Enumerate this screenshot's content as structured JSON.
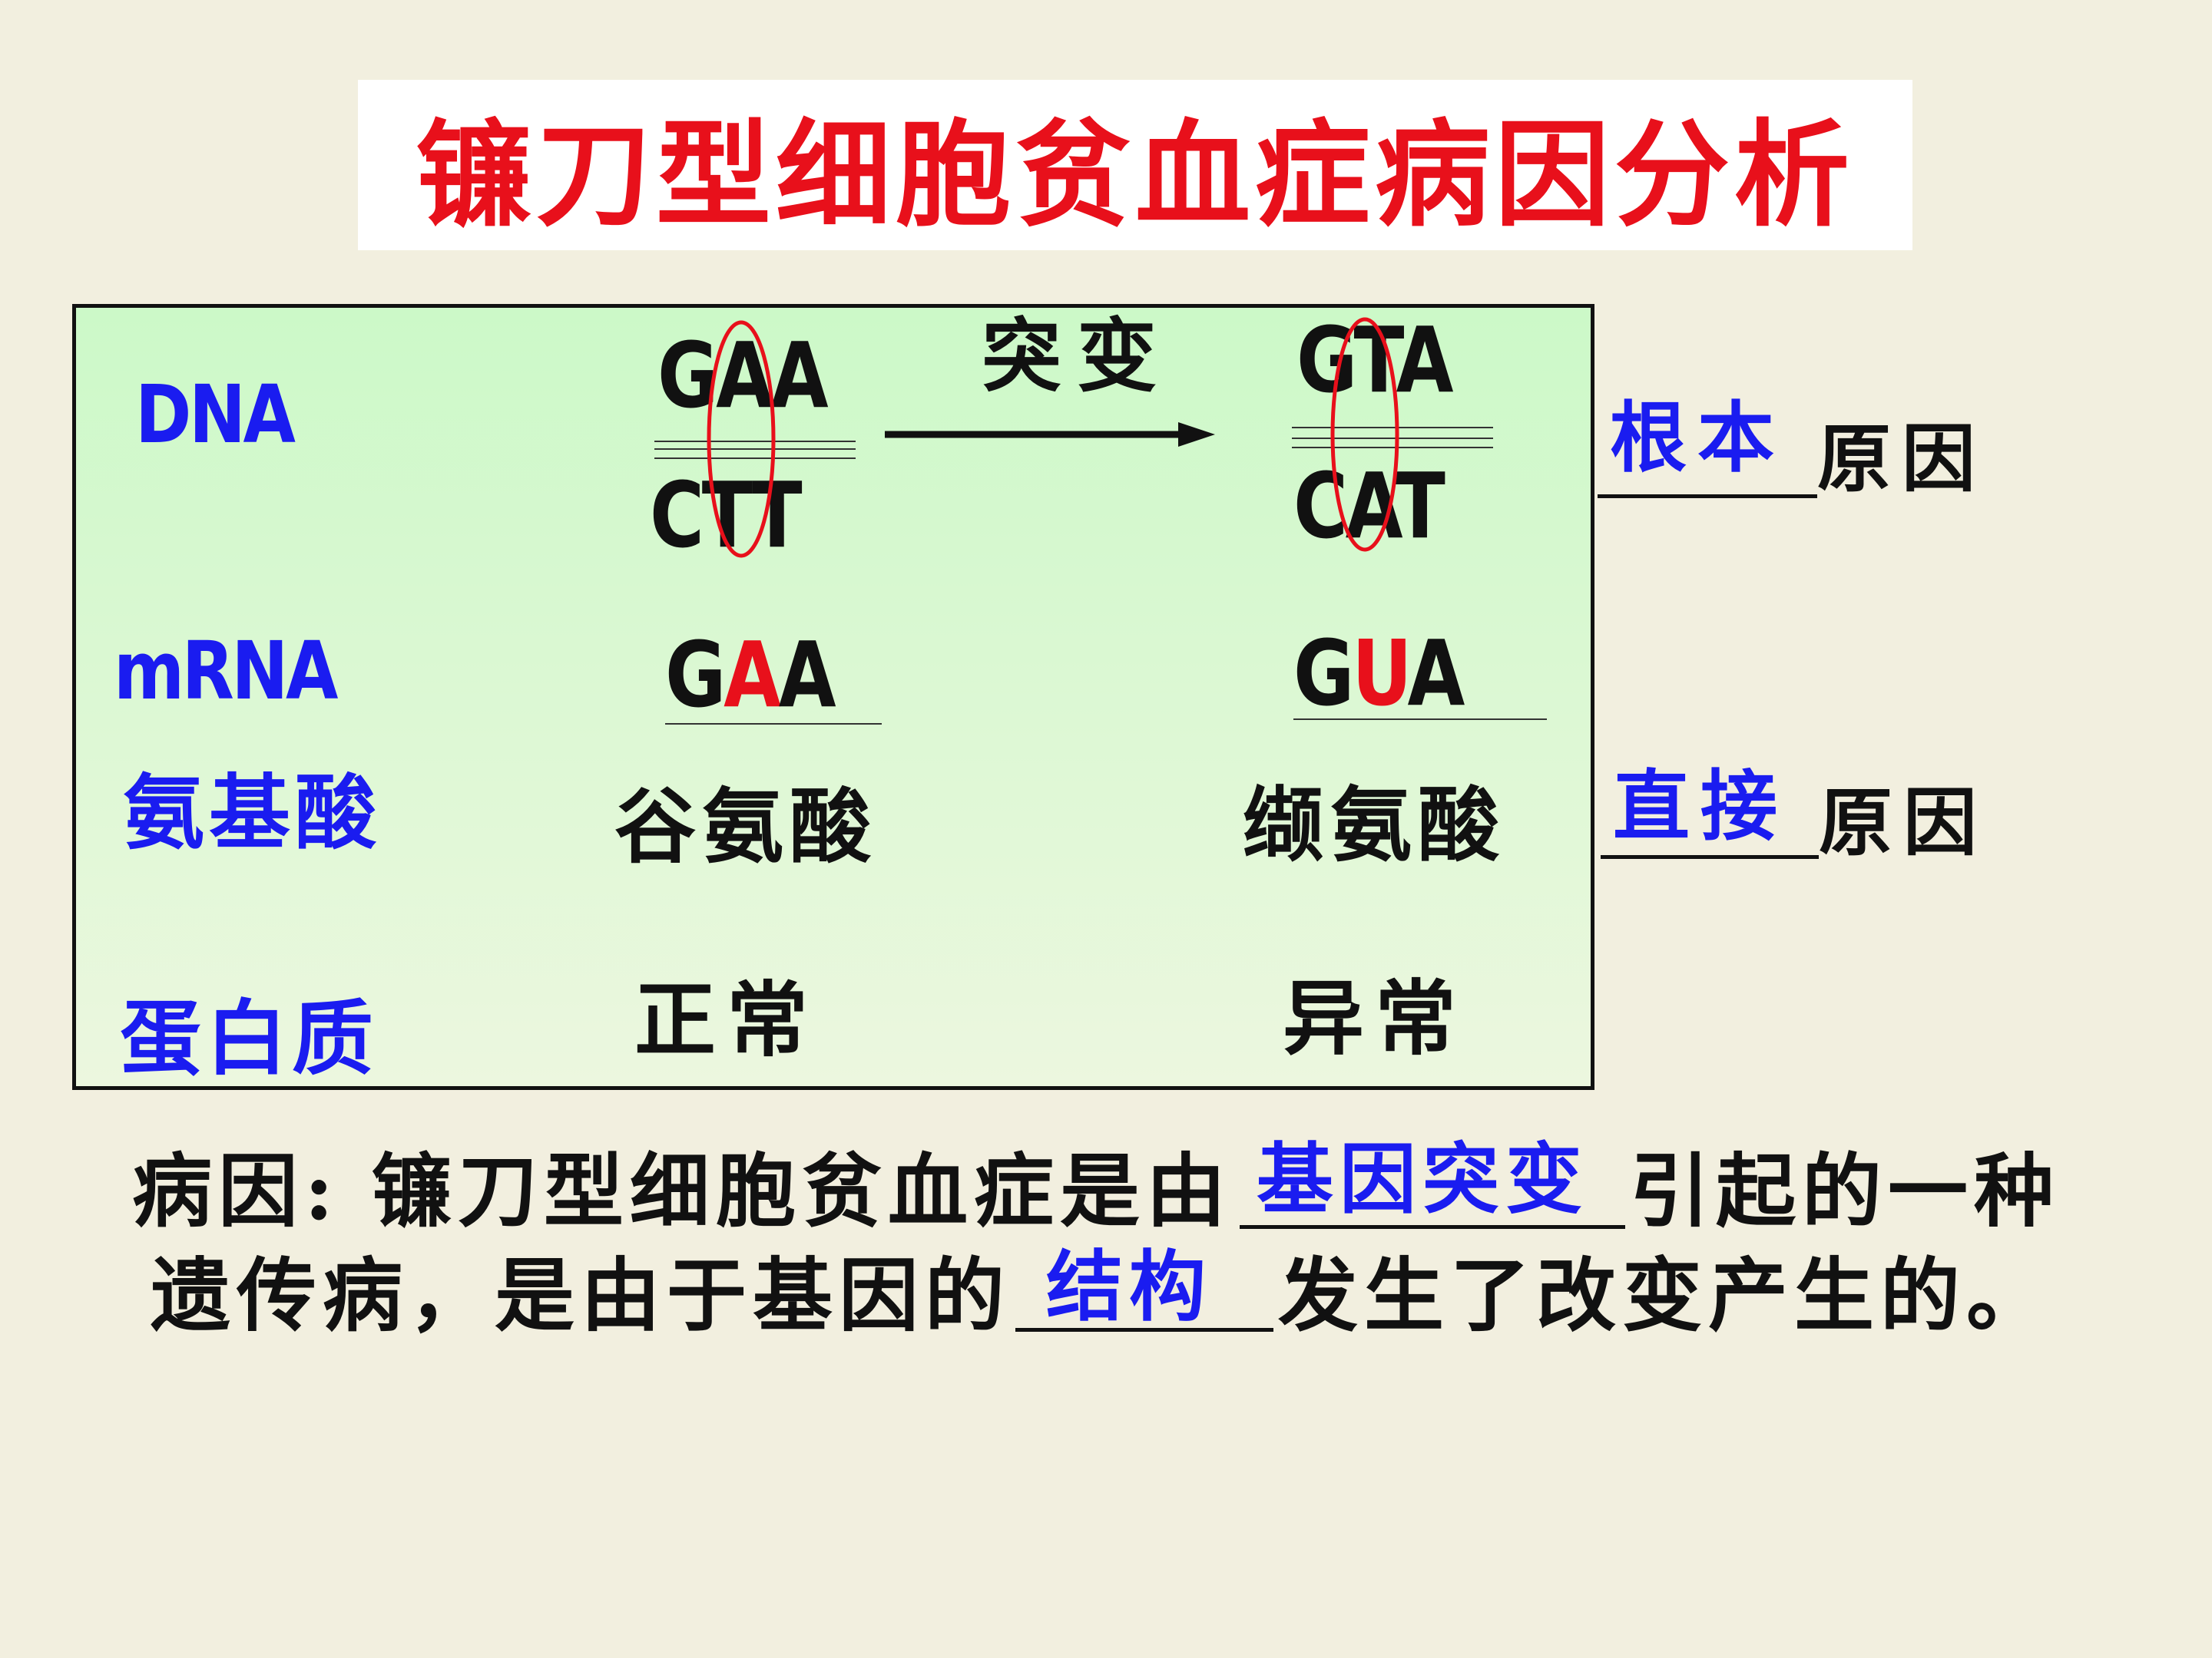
{
  "title": "镰刀型细胞贫血症病因分析",
  "rows": {
    "dna": "DNA",
    "mrna": "mRNA",
    "amino": "氨基酸",
    "protein": "蛋白质"
  },
  "dna_normal": {
    "top": "GAA",
    "bottom": "CTT"
  },
  "dna_mutant": {
    "top": "GTA",
    "bottom": "CAT"
  },
  "mutation_label": "突变",
  "mrna_normal": {
    "pre": "G",
    "mid": "A",
    "post": "A"
  },
  "mrna_mutant": {
    "pre": "G",
    "mid": "U",
    "post": "A"
  },
  "amino_normal": "谷氨酸",
  "amino_mutant": "缬氨酸",
  "protein_normal": "正常",
  "protein_mutant": "异常",
  "cause_root": {
    "answer": "根本",
    "suffix": "原因"
  },
  "cause_direct": {
    "answer": "直接",
    "suffix": "原因"
  },
  "summary": {
    "label": "病因:",
    "line1_before": "镰刀型细胞贫血症是由",
    "answer1": "基因突变",
    "line1_after": "引起的一种",
    "line2_before": "遗传病，是由于基因的",
    "answer2": "结构",
    "line2_after": "发生了改变产生的。"
  },
  "colors": {
    "title": "#e8101b",
    "label": "#1a1cf0",
    "highlight": "#e8101b",
    "circle": "#e8101b"
  }
}
